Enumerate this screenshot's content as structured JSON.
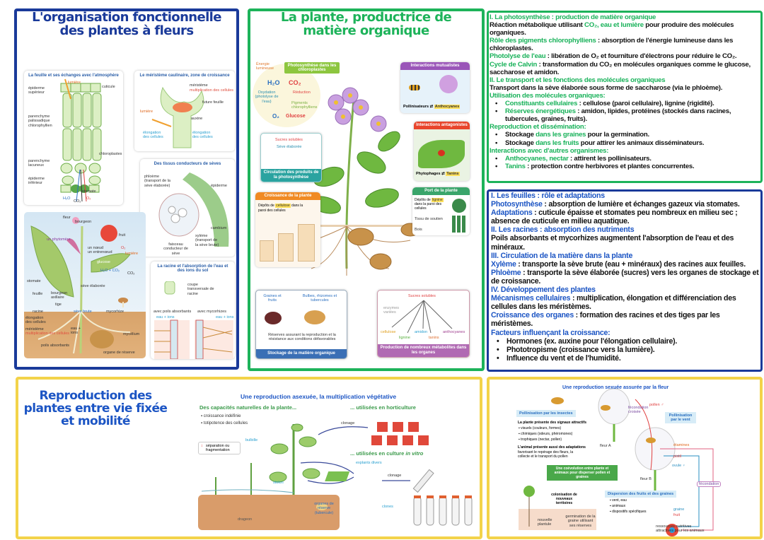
{
  "colors": {
    "blue": "#1a3a9a",
    "green": "#1db35a",
    "yellow": "#f3d34a",
    "text_green": "#19b25a",
    "text_blue": "#1c55c4"
  },
  "panel_organisation": {
    "title": "L'organisation fonctionnelle des plantes à fleurs",
    "leaf_card": {
      "title": "La feuille et ses échanges avec l'atmosphère",
      "labels": [
        "épiderme supérieur",
        "lumière",
        "cuticule",
        "parenchyme palissadique chlorophyllien",
        "chloroplastes",
        "parenchyme lacuneux",
        "épiderme inférieur",
        "stomate",
        "H₂O",
        "CO₂",
        "O₂"
      ]
    },
    "meristem_card": {
      "title": "Le méristème caulinaire, zone de croissance",
      "labels": [
        "méristème",
        "multiplication des cellules",
        "future feuille",
        "lumière",
        "auxine",
        "élongation des cellules",
        "élongation des cellules"
      ]
    },
    "vessels_card": {
      "title": "Des tissus conducteurs de sèves",
      "labels": [
        "phloème (transport de la sève élaborée)",
        "épiderme",
        "cambium",
        "xylème (transport de la sève brute)",
        "faisceau conducteur de sève"
      ]
    },
    "root_card": {
      "title": "La racine et l'absorption de l'eau et des ions du sol",
      "labels": [
        "coupe transversale de racine",
        "avec poils absorbants",
        "avec mycorhizes",
        "eau + ions",
        "eau + ions"
      ]
    },
    "plant_labels": [
      "fleur",
      "bourgeon",
      "fruit",
      "un phytomère",
      "un nœud",
      "un entrenœud",
      "O₂",
      "lumière",
      "glucose",
      "H₂O + CO₂",
      "CO₂",
      "stomate",
      "feuille",
      "bourgeon axillaire",
      "sève élaborée",
      "tige",
      "racine",
      "sève brute",
      "mycorhize",
      "élongation des cellules",
      "méristème",
      "multiplication des cellules",
      "eau + ions",
      "poils absorbants",
      "mycélium",
      "organe de réserve"
    ]
  },
  "panel_plante": {
    "title": "La plante, productrice de matière organique",
    "photosynthesis": {
      "header": "Photosynthèse dans les chloroplastes",
      "energy": "Énergie lumineuse",
      "h2o": "H₂O",
      "co2": "CO₂",
      "oxidation": "Oxydation (photolyse de l'eau)",
      "reduction": "Réduction",
      "pigments": "Pigments chlorophylliens",
      "o2": "O₂",
      "glucose": "Glucose"
    },
    "circulation": {
      "sugars": "Sucres solubles",
      "sap": "Sève élaborée",
      "footer": "Circulation des produits de la photosynthèse"
    },
    "mutualist": {
      "header": "Interactions mutualistes",
      "left": "Pollinisateurs",
      "arrow": "⇄",
      "right": "Anthocyanes"
    },
    "antagonist": {
      "header": "Interactions antagonistes",
      "left": "Phytophages",
      "arrow": "⇄",
      "right": "Tanins"
    },
    "port": {
      "header": "Port de la plante",
      "text1": "Dépôts de",
      "tag": "lignine",
      "text2": "dans la paroi des cellules",
      "tissue": "Tissu de soutien",
      "wood": "Bois"
    },
    "growth": {
      "header": "Croissance de la plante",
      "text1": "Dépôts de",
      "tag": "cellulose",
      "text2": "dans la paroi des cellules"
    },
    "storage": {
      "seeds": "Graines et fruits",
      "bulbs": "Bulbes, rhizomes et tubercules",
      "text": "Réserves assurant la reproduction et la résistance aux conditions défavorables",
      "footer": "Stockage de la matière organique"
    },
    "metabolites": {
      "sugars": "Sucres solubles",
      "enzymes": "enzymes variées",
      "products": [
        "cellulose",
        "lignine",
        "amidon",
        "tanins",
        "anthocyanes"
      ],
      "footer": "Production de nombreux métabolites dans les organes"
    }
  },
  "box_photosynthese": [
    [
      [
        "g",
        "I. La photosynthèse : production de matière organique"
      ]
    ],
    [
      [
        "",
        "Réaction métabolique utilisant "
      ],
      [
        "g",
        "CO₂, eau et lumière"
      ],
      [
        "",
        " pour produire des molécules organiques."
      ]
    ],
    [
      [
        "g",
        "Rôle des pigments chlorophylliens"
      ],
      [
        "",
        " : absorption de l'énergie lumineuse dans les chloroplastes."
      ]
    ],
    [
      [
        "g",
        "Photolyse de l'eau"
      ],
      [
        "",
        " : libération de O₂ et fourniture d'électrons pour réduire le CO₂."
      ]
    ],
    [
      [
        "g",
        "Cycle de Calvin"
      ],
      [
        "",
        " : transformation du CO₂ en molécules organiques comme le glucose, saccharose et amidon."
      ]
    ],
    [
      [
        "g",
        "II. Le transport et les fonctions des molécules organiques"
      ]
    ],
    [
      [
        "",
        "Transport dans la sève élaborée sous forme de saccharose (via le phloème)."
      ]
    ],
    [
      [
        "g",
        "Utilisation des molécules organiques:"
      ]
    ],
    [
      "li",
      [
        "g",
        "Constituants cellulaires"
      ],
      [
        "",
        " : cellulose (paroi cellulaire), lignine (rigidité)."
      ]
    ],
    [
      "li",
      [
        "g",
        "Réserves énergétiques"
      ],
      [
        "",
        " : amidon, lipides, protéines (stockés dans racines, tubercules, graines, fruits)."
      ]
    ],
    [
      [
        "g",
        "Reproduction et dissémination:"
      ]
    ],
    [
      "li",
      [
        "",
        "Stockage "
      ],
      [
        "g",
        "dans les graines"
      ],
      [
        "",
        " pour la germination."
      ]
    ],
    [
      "li",
      [
        "",
        "Stockage "
      ],
      [
        "g",
        "dans les fruits"
      ],
      [
        "",
        " pour attirer les animaux disséminateurs."
      ]
    ],
    [
      [
        "g",
        "Interactions avec d'autres organismes:"
      ]
    ],
    [
      "li",
      [
        "g",
        "Anthocyanes, nectar"
      ],
      [
        "",
        " : attirent les pollinisateurs."
      ]
    ],
    [
      "li",
      [
        "g",
        "Tanins"
      ],
      [
        "",
        " : protection contre herbivores et plantes concurrentes."
      ]
    ]
  ],
  "box_organisation": [
    [
      [
        "b",
        "I. Les feuilles : rôle et adaptations"
      ]
    ],
    [
      [
        "b",
        "Photosynthèse"
      ],
      [
        "",
        " : absorption de lumière et échanges gazeux via stomates."
      ]
    ],
    [
      [
        "b",
        "Adaptations"
      ],
      [
        "",
        " : cuticule épaisse et stomates peu nombreux en milieu sec ; absence de cuticule en milieu aquatique."
      ]
    ],
    [
      [
        "b",
        "II. Les racines : absorption des nutriments"
      ]
    ],
    [
      [
        "",
        "Poils absorbants et mycorhizes augmentent l'absorption de l'eau et des minéraux."
      ]
    ],
    [
      [
        "b",
        "III. Circulation de la matière dans la plante"
      ]
    ],
    [
      [
        "b",
        "Xylème"
      ],
      [
        "",
        " : transporte la sève brute (eau + minéraux) des racines aux feuilles."
      ]
    ],
    [
      [
        "b",
        "Phloème"
      ],
      [
        "",
        " : transporte la sève élaborée (sucres) vers les organes de stockage et de croissance."
      ]
    ],
    [
      [
        "b",
        "IV. Développement des plantes"
      ]
    ],
    [
      [
        "b",
        "Mécanismes cellulaires"
      ],
      [
        "",
        " : multiplication, élongation et différenciation des cellules dans les méristèmes."
      ]
    ],
    [
      [
        "b",
        "Croissance des organes"
      ],
      [
        "",
        " : formation des racines et des tiges par les méristèmes."
      ]
    ],
    [
      [
        "b",
        "Facteurs influençant la croissance:"
      ]
    ],
    [
      "li",
      [
        "",
        "Hormones (ex. auxine pour l'élongation cellulaire)."
      ]
    ],
    [
      "li",
      [
        "",
        "Phototropisme (croissance vers la lumière)."
      ]
    ],
    [
      "li",
      [
        "",
        "Influence du vent et de l'humidité."
      ]
    ]
  ],
  "panel_reproduction": {
    "title": "Reproduction des plantes entre vie fixée et mobilité",
    "asexual": {
      "title": "Une reproduction asexuée, la multiplication végétative",
      "natural": "Des capacités naturelles de la plante...",
      "bullets": [
        "croissance indéfinie",
        "totipotence des cellules"
      ],
      "legend": "séparation ou fragmentation",
      "horticulture": "... utilisées en horticulture",
      "invitro_prefix": "... utilisées en culture ",
      "invitro_em": "in vitro",
      "labels": [
        "bulbille",
        "stolon",
        "drageon",
        "organes de réserve (tubercule)",
        "clonage",
        "explants divers",
        "clonage",
        "clones"
      ]
    },
    "sexual": {
      "title": "Une reproduction sexuée assurée par la fleur",
      "insects": "Pollinisation par les insectes",
      "wind": "Pollinisation par le vent",
      "signals_title": "La plante présente des signaux attractifs",
      "signals": [
        "visuels (couleurs, formes)",
        "chimiques (odeurs, phéromones)",
        "trophiques (nectar, pollen)"
      ],
      "animal_title": "L'animal présente aussi des adaptations",
      "animal_text": "favorisant le repérage des fleurs, la collecte et le transport du pollen",
      "coevolution": "Une coévolution entre plante et animaux pour disperser pollen et graines",
      "dispersion": "Dispersion des fruits et des graines",
      "dispersion_items": [
        "vent, eau",
        "animaux",
        "dispositifs spécifiques"
      ],
      "colonisation": "colonisation de nouveaux territoires",
      "labels": [
        "fleur A",
        "fleur B",
        "pollen ♂",
        "fécondation croisée",
        "étamines",
        "pistil",
        "ovule ♀",
        "fécondation",
        "graine",
        "fruit",
        "nouvelle plantule",
        "germination de la graine utilisant ses réserves",
        "ressources nutritives attractives pour les animaux"
      ]
    }
  }
}
